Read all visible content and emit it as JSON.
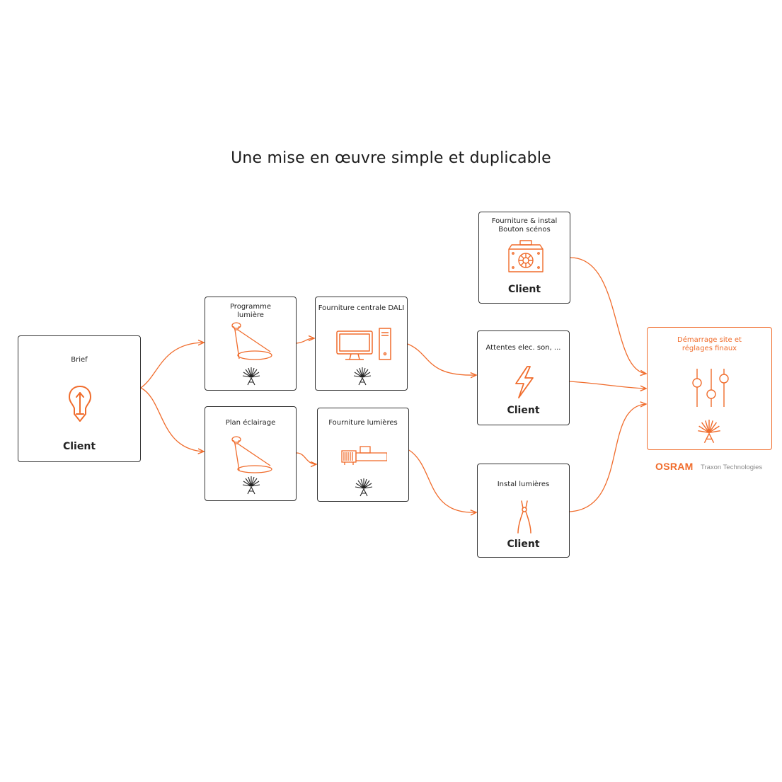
{
  "title": "Une mise en œuvre simple et duplicable",
  "accent_color": "#f06c2c",
  "nodes": {
    "brief": {
      "label": "Brief",
      "footer": "Client",
      "icon": "lightbulb-pencil-icon"
    },
    "programme": {
      "label": "Programme lumière",
      "icon": "spotlight-icon",
      "footer_icon": "agave-logo-icon"
    },
    "plan": {
      "label": "Plan éclairage",
      "icon": "spotlight-icon",
      "footer_icon": "agave-logo-icon"
    },
    "dali": {
      "label": "Fourniture centrale DALI",
      "icon": "computer-tower-icon",
      "footer_icon": "agave-logo-icon"
    },
    "lumieres": {
      "label": "Fourniture lumières",
      "icon": "light-fixtures-icon",
      "footer_icon": "agave-logo-icon"
    },
    "bouton": {
      "label": "Fourniture & instal Bouton scénos",
      "footer": "Client",
      "icon": "control-box-icon"
    },
    "attentes": {
      "label": "Attentes elec. son, ...",
      "footer": "Client",
      "icon": "lightning-bolt-icon"
    },
    "instal": {
      "label": "Instal lumières",
      "footer": "Client",
      "icon": "pliers-icon"
    },
    "demarrage": {
      "label": "Démarrage site et réglages finaux",
      "icon": "sliders-icon",
      "footer_icon": "agave-logo-icon"
    }
  },
  "brands": {
    "osram": "OSRAM",
    "traxon": "Traxon Technologies"
  }
}
